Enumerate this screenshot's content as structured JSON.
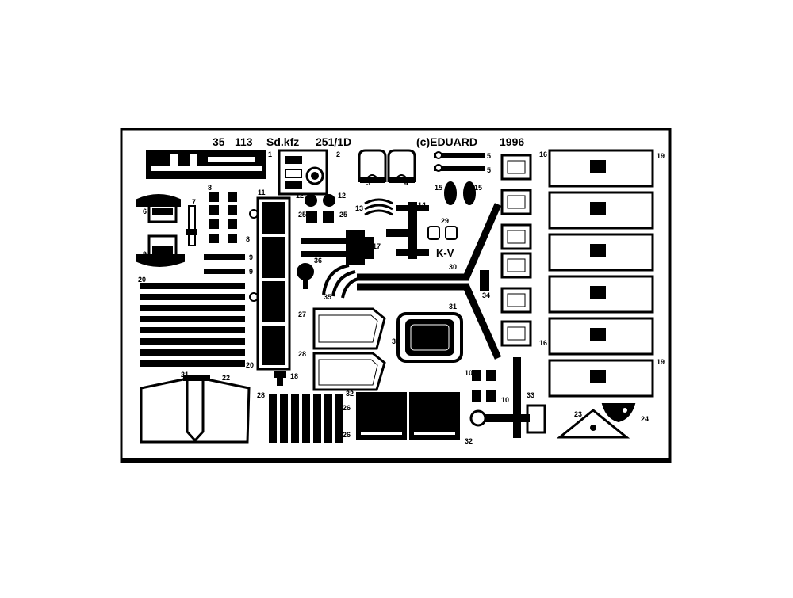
{
  "header": {
    "code_a": "35",
    "code_b": "113",
    "model": "Sd.kfz",
    "variant": "251/1D",
    "copyright": "(c)EDUARD",
    "year": "1996"
  },
  "part_labels": {
    "p1": "1",
    "p2": "2",
    "p3": "3",
    "p4": "4",
    "p5": "5",
    "p6": "6",
    "p7": "7",
    "p8": "8",
    "p9": "9",
    "p10": "10",
    "p11": "11",
    "p12": "12",
    "p13": "13",
    "p14": "14",
    "p15": "15",
    "p16": "16",
    "p17": "17",
    "p18": "18",
    "p19": "19",
    "p20": "20",
    "p21": "21",
    "p22": "22",
    "p23": "23",
    "p24": "24",
    "p25": "25",
    "p26": "26",
    "p27": "27",
    "p28": "28",
    "p29": "29",
    "p30": "30",
    "p31": "31",
    "p32": "32",
    "p33": "33",
    "p34": "34",
    "p35": "35",
    "p36": "36",
    "p37": "37"
  },
  "marking": "K-V",
  "colors": {
    "ink": "#000000",
    "paper": "#ffffff"
  }
}
